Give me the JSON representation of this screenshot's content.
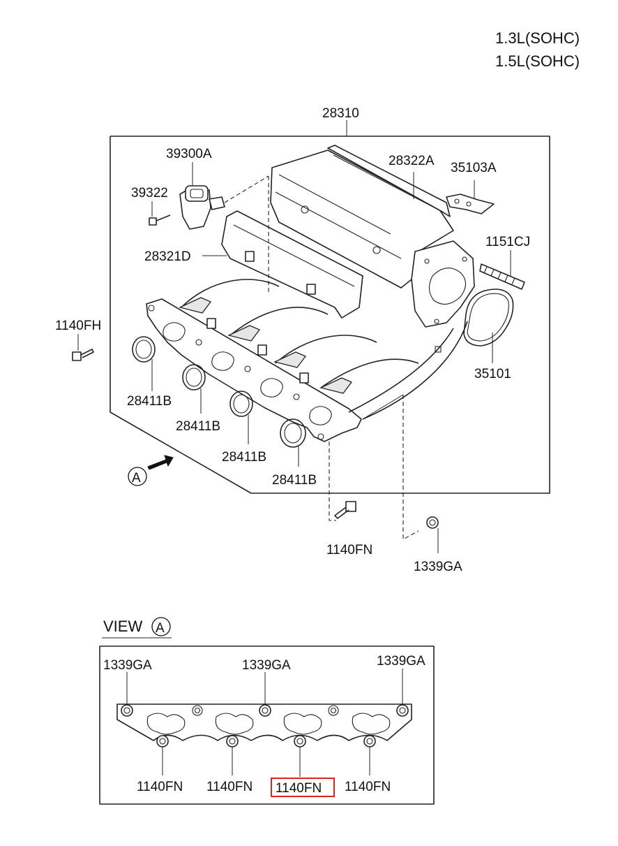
{
  "header": {
    "engine_line_1": "1.3L(SOHC)",
    "engine_line_2": "1.5L(SOHC)"
  },
  "main_assembly": {
    "label": "28310",
    "parts": {
      "sensor": "39300A",
      "sensor_bolt": "39322",
      "heat_shield_upper": "28322A",
      "bracket": "35103A",
      "stud": "1151CJ",
      "heat_shield_lower": "28321D",
      "bolt_left": "1140FH",
      "throttle_gasket": "35101",
      "port_gasket_1": "28411B",
      "port_gasket_2": "28411B",
      "port_gasket_3": "28411B",
      "port_gasket_4": "28411B",
      "bolt_bottom": "1140FN",
      "nut_bottom": "1339GA"
    },
    "view_marker": "A"
  },
  "view_a": {
    "title": "VIEW",
    "marker": "A",
    "top_labels": [
      "1339GA",
      "1339GA",
      "1339GA"
    ],
    "bottom_labels": [
      "1140FN",
      "1140FN",
      "1140FN",
      "1140FN"
    ],
    "highlight_color": "#d9231d"
  }
}
